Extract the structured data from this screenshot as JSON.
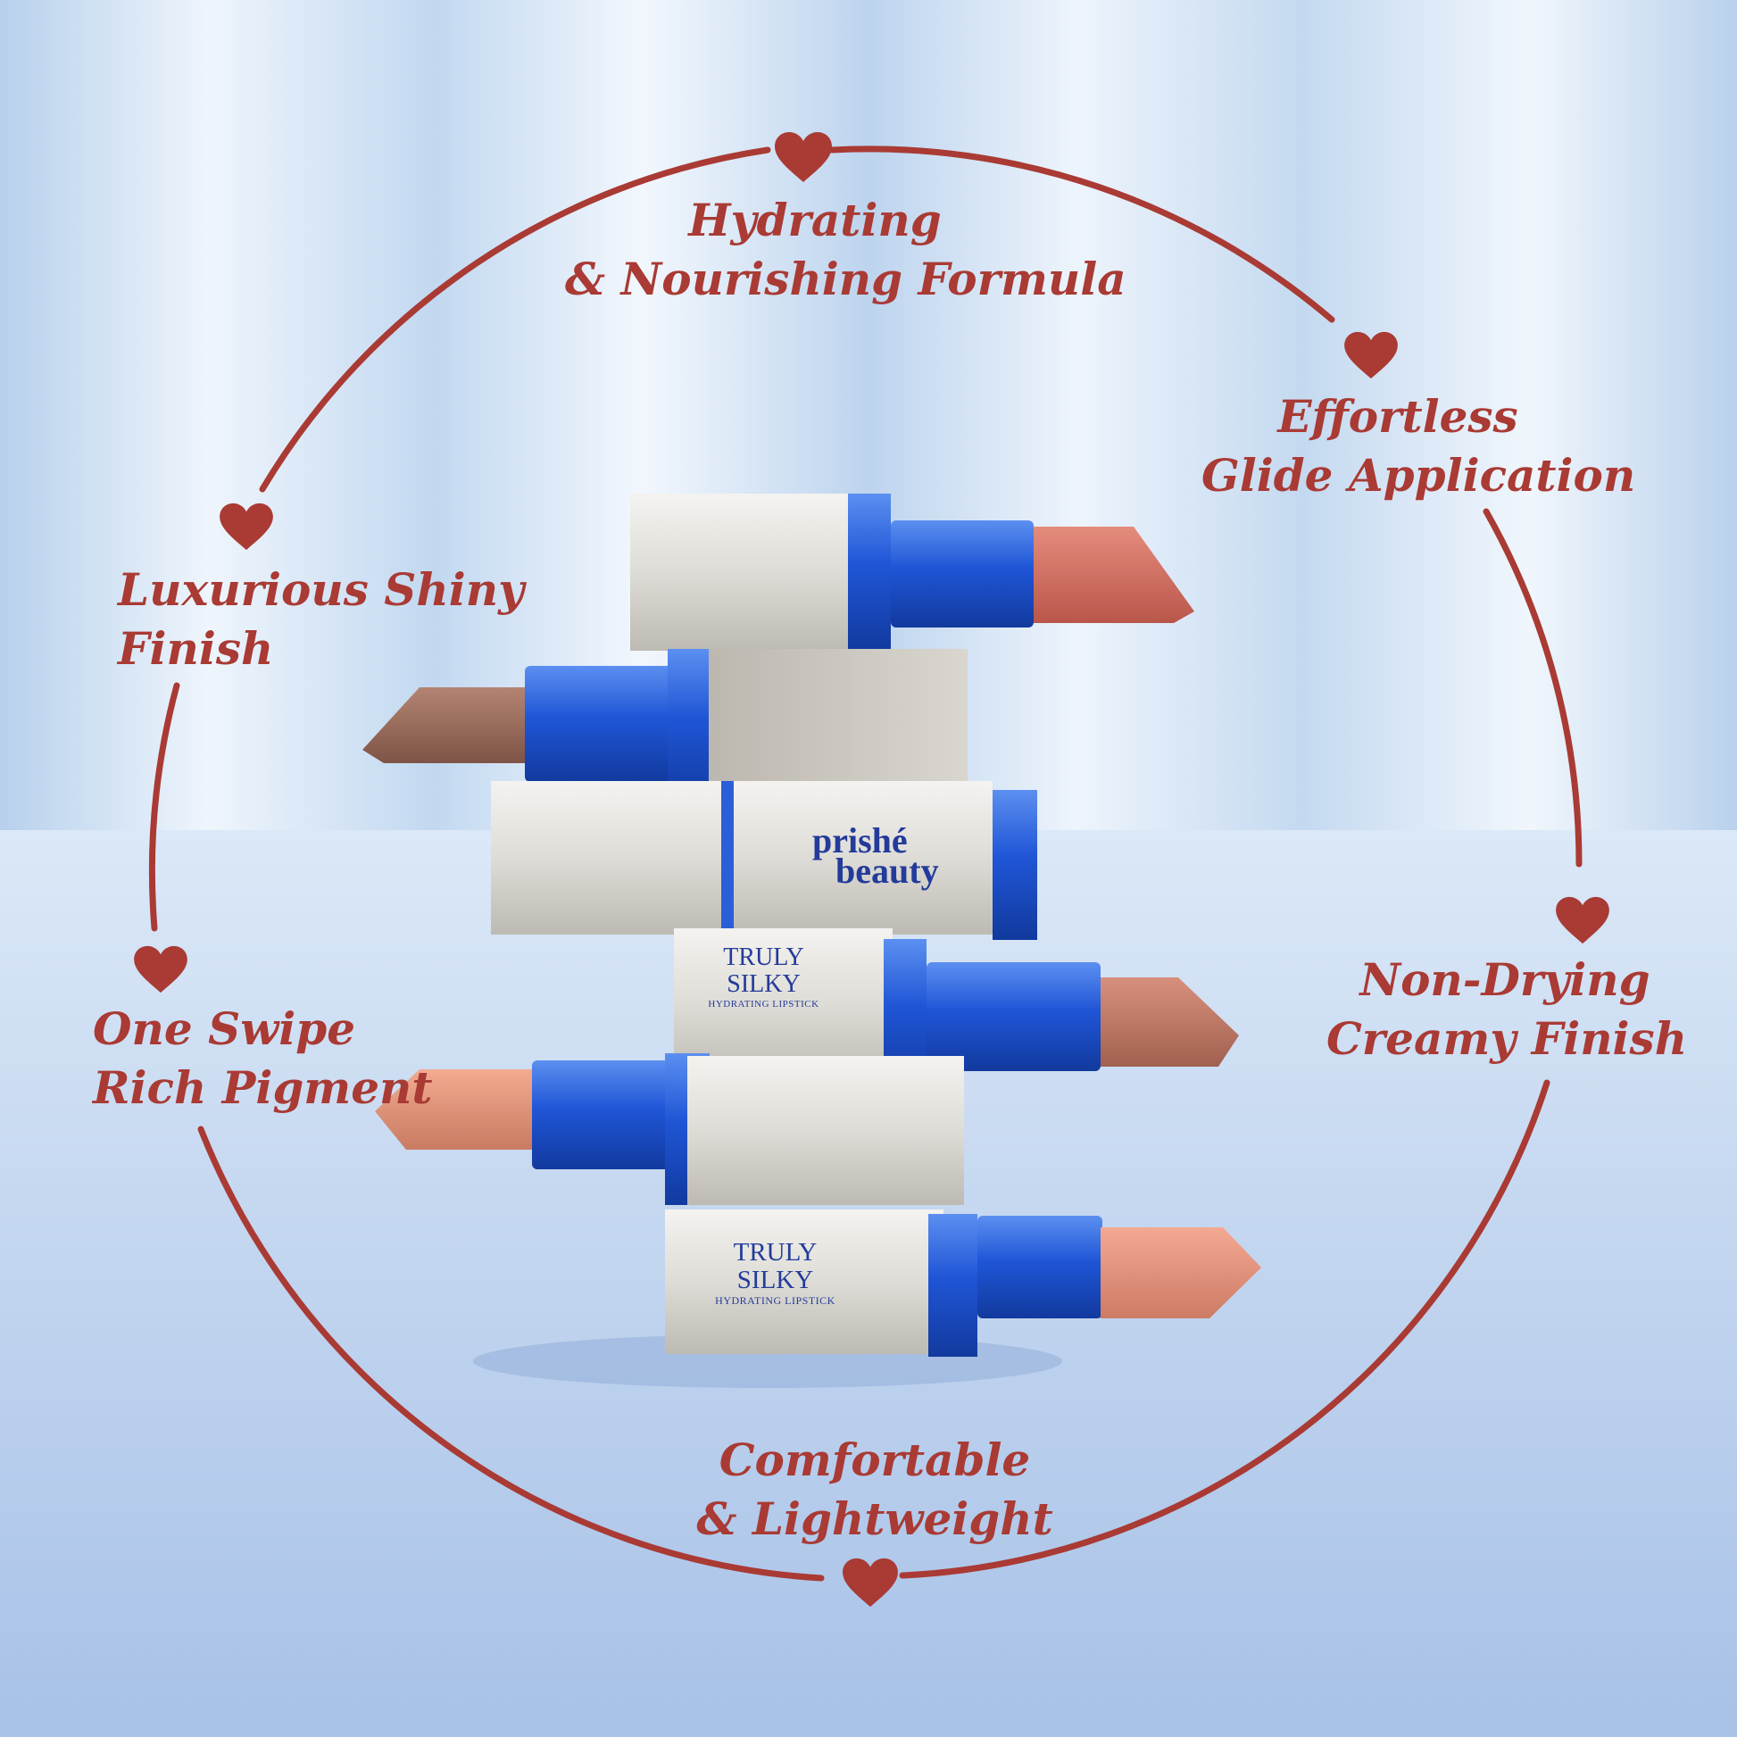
{
  "ring_color": "#a93a34",
  "features": [
    {
      "line1": "Hydrating",
      "line2": "& Nourishing Formula"
    },
    {
      "line1": "Effortless",
      "line2": "Glide Application"
    },
    {
      "line1": "Non-Drying",
      "line2": "Creamy Finish"
    },
    {
      "line1": "Comfortable",
      "line2": "& Lightweight"
    },
    {
      "line1": "One Swipe",
      "line2": "Rich Pigment"
    },
    {
      "line1": "Luxurious Shiny",
      "line2": "Finish"
    }
  ],
  "heart_icon": "heart-icon",
  "packaging": {
    "logo_line1": "prishé",
    "logo_line2": "beauty",
    "product_name": "TRULY SILKY",
    "product_sub": "HYDRATING LIPSTICK"
  }
}
